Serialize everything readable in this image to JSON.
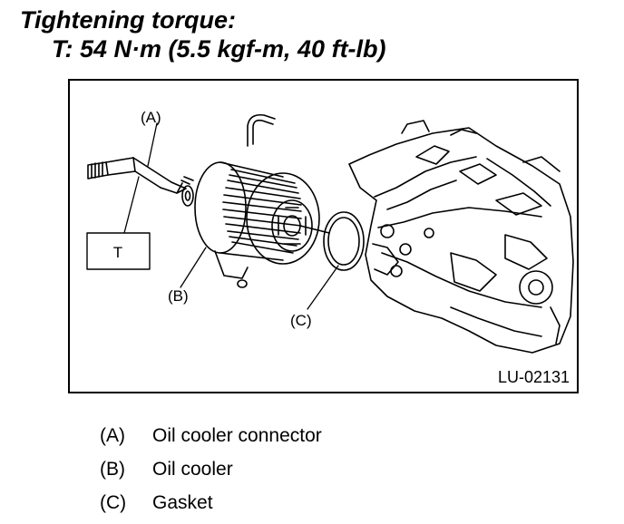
{
  "heading": {
    "line1": "Tightening torque:",
    "line2": "T: 54 N·m (5.5 kgf-m, 40 ft-lb)"
  },
  "figure": {
    "code": "LU-02131",
    "callouts": {
      "a": "(A)",
      "b": "(B)",
      "c": "(C)",
      "t": "T"
    }
  },
  "legend": [
    {
      "key": "(A)",
      "text": "Oil cooler connector"
    },
    {
      "key": "(B)",
      "text": "Oil cooler"
    },
    {
      "key": "(C)",
      "text": "Gasket"
    }
  ]
}
